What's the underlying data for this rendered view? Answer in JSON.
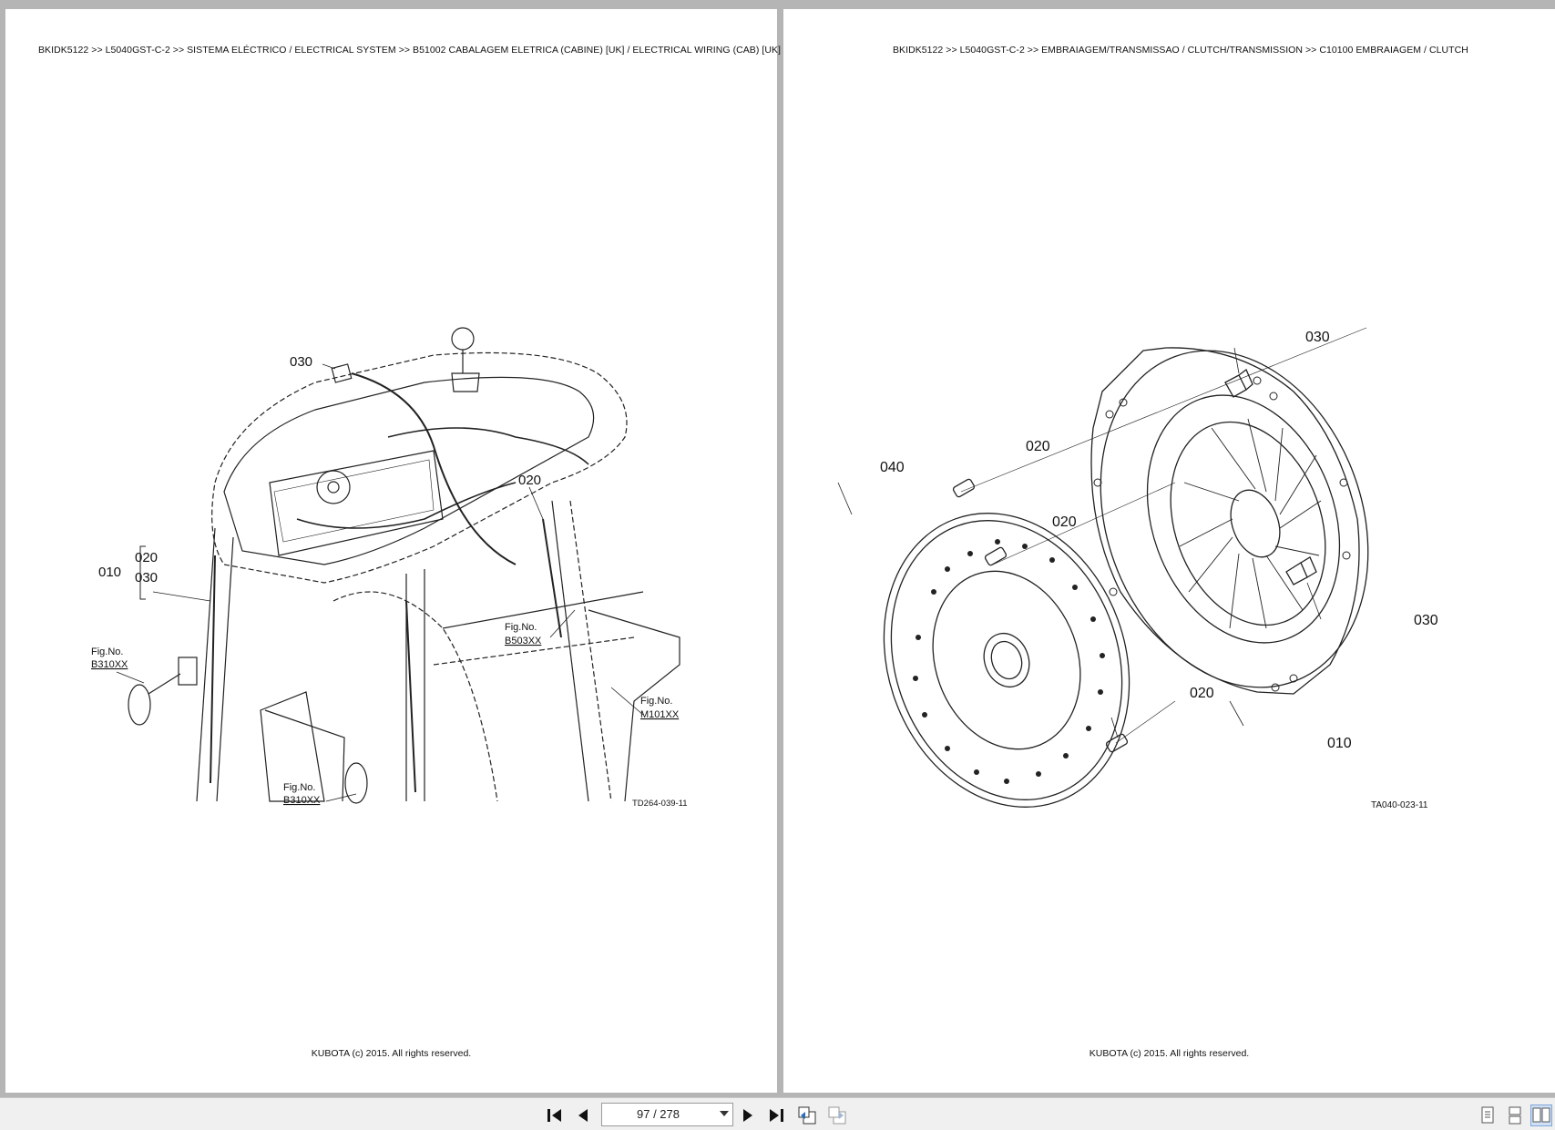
{
  "left_page": {
    "breadcrumb": "BKIDK5122 >> L5040GST-C-2 >> SISTEMA ELÉCTRICO / ELECTRICAL SYSTEM >> B51002   CABALAGEM ELETRICA (CABINE) [UK] / ELECTRICAL WIRING (CAB) [UK]",
    "callouts": {
      "c030": "030",
      "c020": "020",
      "c010": "010",
      "c020b": "020",
      "c030b": "030"
    },
    "fig_label": "Fig.No.",
    "fig_refs": {
      "b310_top": "B310XX",
      "b503": "B503XX",
      "m101": "M101XX",
      "b310_bottom": "B310XX"
    },
    "drawing_code": "TD264-039-11",
    "copyright": "KUBOTA (c) 2015. All rights reserved."
  },
  "right_page": {
    "breadcrumb": "BKIDK5122 >> L5040GST-C-2 >> EMBRAIAGEM/TRANSMISSAO / CLUTCH/TRANSMISSION >> C10100   EMBRAIAGEM / CLUTCH",
    "callouts": {
      "c030_top": "030",
      "c020_a": "020",
      "c040": "040",
      "c020_b": "020",
      "c030_right": "030",
      "c020_c": "020",
      "c010": "010"
    },
    "drawing_code": "TA040-023-11",
    "copyright": "KUBOTA (c) 2015. All rights reserved."
  },
  "toolbar": {
    "page_indicator": "97 / 278",
    "icons": [
      "first-page-icon",
      "previous-page-icon",
      "next-page-icon",
      "last-page-icon",
      "go-back-icon",
      "go-forward-icon",
      "single-page-view-icon",
      "continuous-view-icon",
      "two-page-view-icon"
    ]
  }
}
